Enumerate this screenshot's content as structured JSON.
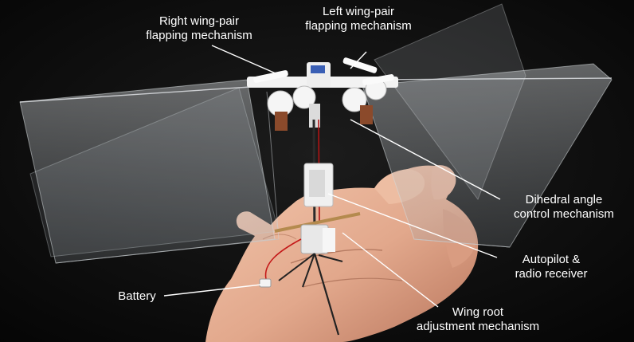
{
  "annotations": {
    "right_wing_pair": {
      "line1": "Right wing-pair",
      "line2": "flapping mechanism"
    },
    "left_wing_pair": {
      "line1": "Left wing-pair",
      "line2": "flapping mechanism"
    },
    "dihedral": {
      "line1": "Dihedral angle",
      "line2": "control mechanism"
    },
    "autopilot": {
      "line1": "Autopilot &",
      "line2": "radio receiver"
    },
    "battery": {
      "line1": "Battery"
    },
    "wing_root": {
      "line1": "Wing root",
      "line2": "adjustment mechanism"
    }
  },
  "colors": {
    "background": "#0b0b0b",
    "label_text": "#ffffff",
    "leader_line": "#ffffff",
    "skin": "#e9b49a",
    "wing_film": "#cfd3d8",
    "frame_white": "#f2f2f2"
  }
}
